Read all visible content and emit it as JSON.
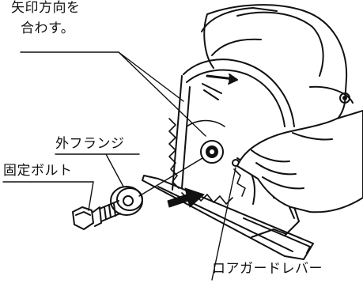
{
  "labels": {
    "arrow_align_line1": "矢印方向を",
    "arrow_align_line2": "合わす。",
    "outer_flange": "外フランジ",
    "fixing_bolt": "固定ボルト",
    "lower_guard_lever": "ロアガードレバー"
  },
  "colors": {
    "ink": "#111111",
    "push_arrow": "#111111",
    "background": "#ffffff"
  }
}
